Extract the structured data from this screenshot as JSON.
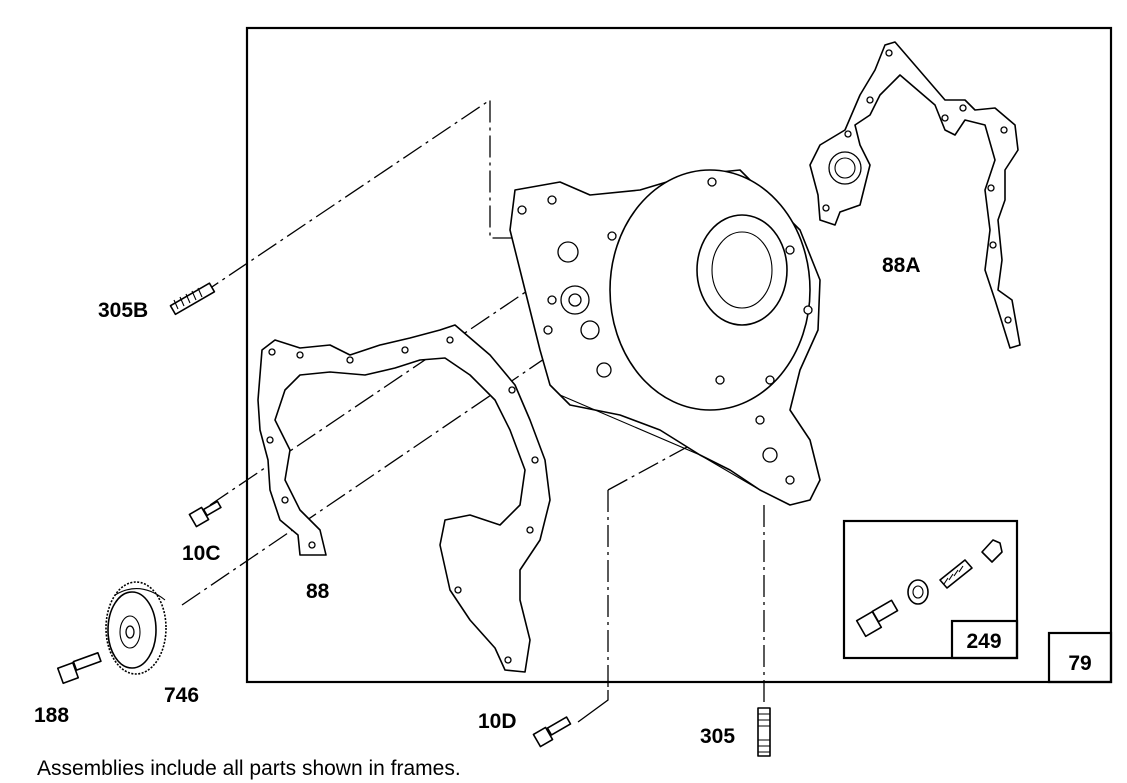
{
  "labels": {
    "p305b": "305B",
    "p10c": "10C",
    "p88": "88",
    "p88a": "88A",
    "p746": "746",
    "p188": "188",
    "p10d": "10D",
    "p305": "305",
    "p249": "249",
    "p79": "79"
  },
  "caption": "Assemblies include all parts shown in frames."
}
